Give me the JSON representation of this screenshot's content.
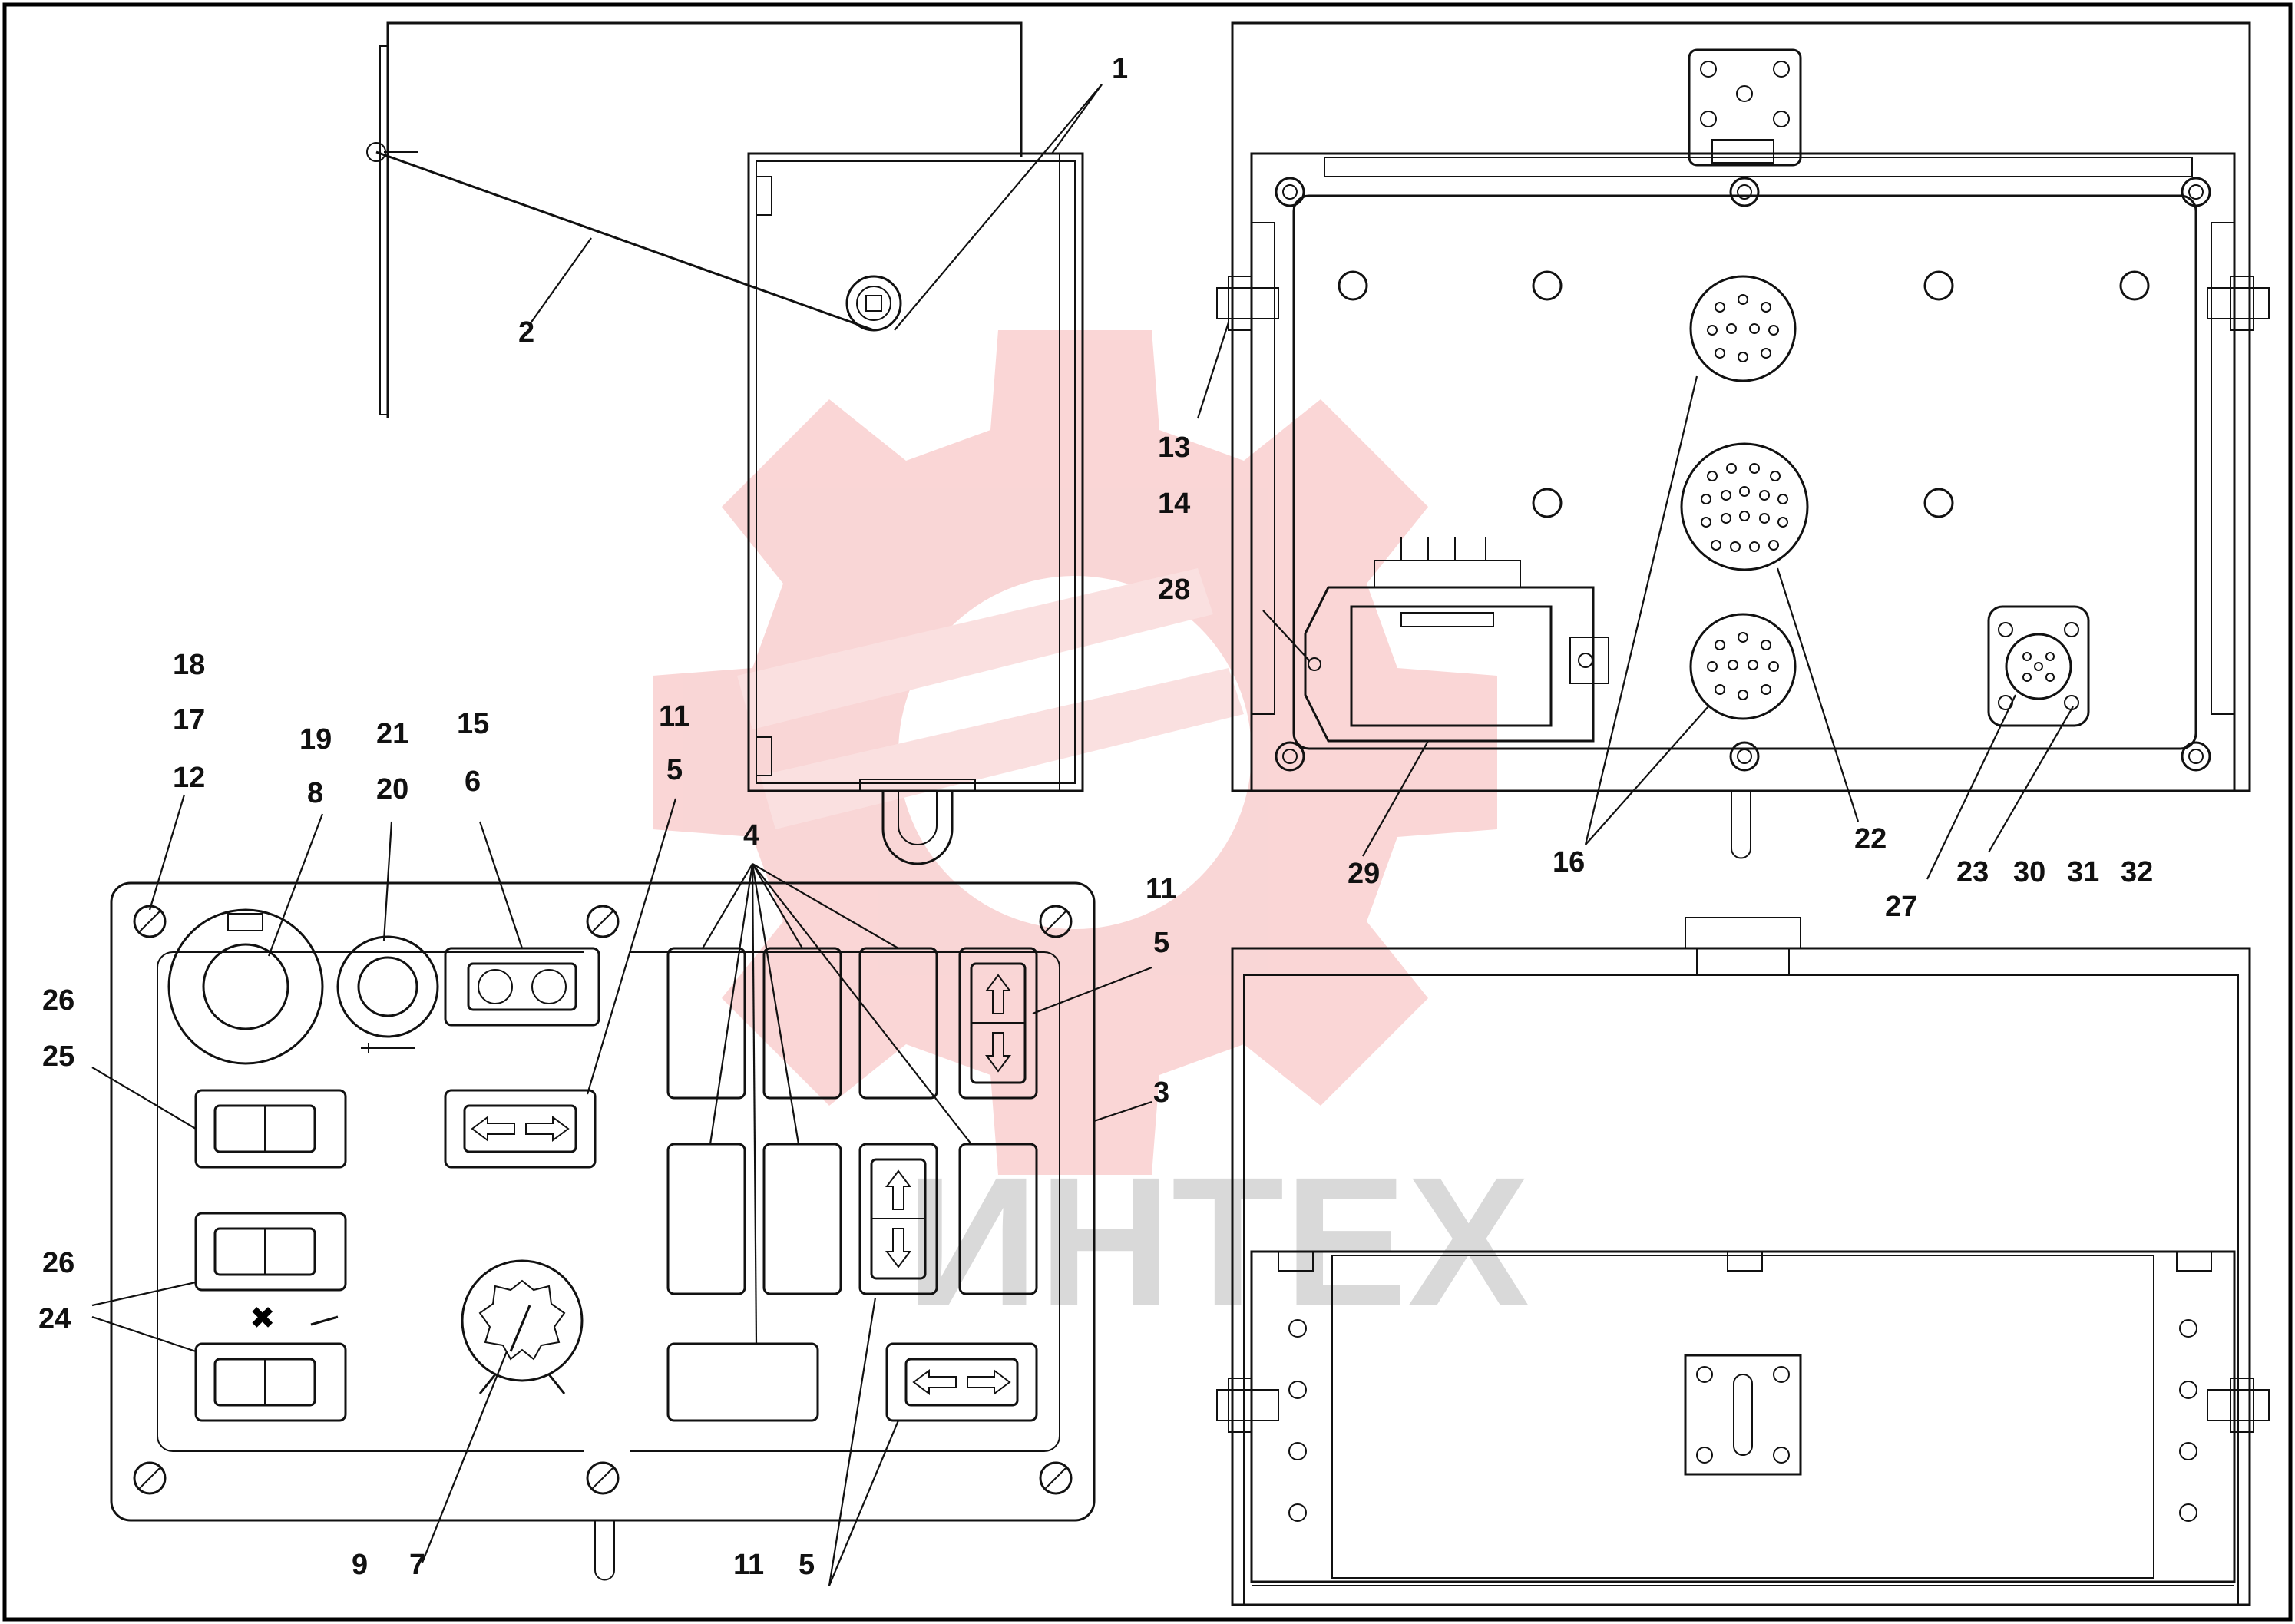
{
  "watermark": {
    "text": "ИНТЕХ",
    "gear_color": "#f5b5b5"
  },
  "callouts": {
    "c1": "1",
    "c2": "2",
    "c3": "3",
    "c4": "4",
    "c5a": "5",
    "c5b": "5",
    "c5c": "5",
    "c6": "6",
    "c7": "7",
    "c8": "8",
    "c9": "9",
    "c11a": "11",
    "c11b": "11",
    "c11c": "11",
    "c12": "12",
    "c13": "13",
    "c14": "14",
    "c15": "15",
    "c16": "16",
    "c17": "17",
    "c18": "18",
    "c19": "19",
    "c20": "20",
    "c21": "21",
    "c22": "22",
    "c23": "23",
    "c24": "24",
    "c25": "25",
    "c26a": "26",
    "c26b": "26",
    "c27": "27",
    "c28": "28",
    "c29": "29",
    "c30": "30",
    "c31": "31",
    "c32": "32"
  }
}
